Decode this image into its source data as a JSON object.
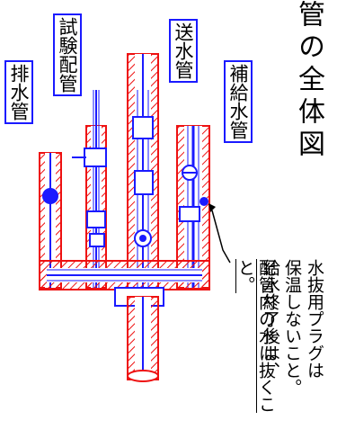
{
  "title": "管の全体図",
  "labels": {
    "test_pipe": "試験配管",
    "feed_pipe": "送水管",
    "supply_pipe": "補給水管",
    "drain_pipe": "排水管"
  },
  "note": {
    "line1": "水抜用プラグは",
    "line2": "保温しないこと。",
    "line3": "給水終了後は、",
    "line4": "配管内の水は抜くこと。"
  },
  "colors": {
    "pipe_outline": "#ee1111",
    "pipe_inner": "#1a1aff",
    "label_border": "#1a1aff"
  }
}
